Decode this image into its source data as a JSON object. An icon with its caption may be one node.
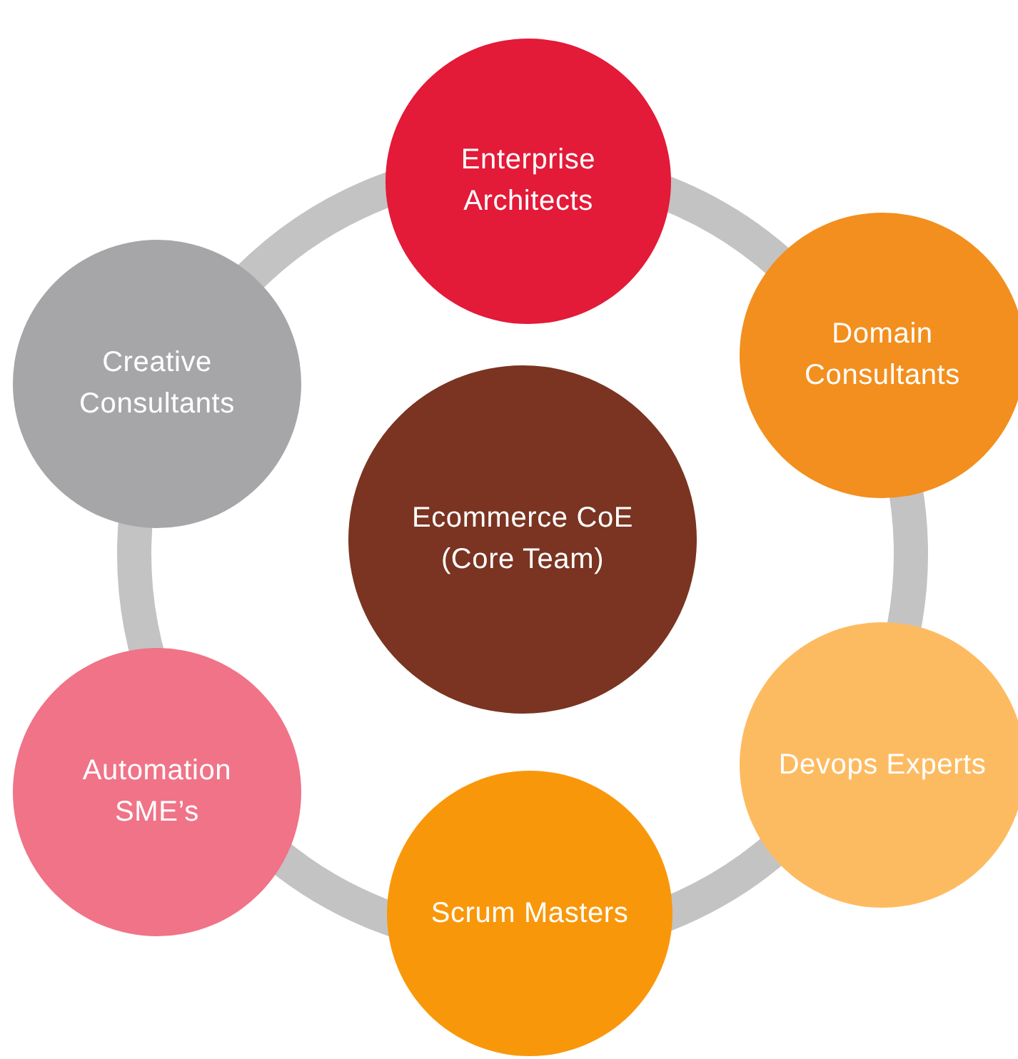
{
  "diagram": {
    "nodes": [
      {
        "text": [
          "Enterprise Architects"
        ]
      },
      {
        "text": [
          "Creative Consultants"
        ]
      },
      {
        "text": [
          "Domain Consultants"
        ]
      },
      {
        "text": [
          "Ecommerce CoE (Core Team)"
        ]
      },
      {
        "text": [
          "Automation SME’s"
        ]
      },
      {
        "text": [
          "Devops Experts"
        ]
      },
      {
        "text": [
          "Scrum Masters"
        ]
      }
    ]
  }
}
